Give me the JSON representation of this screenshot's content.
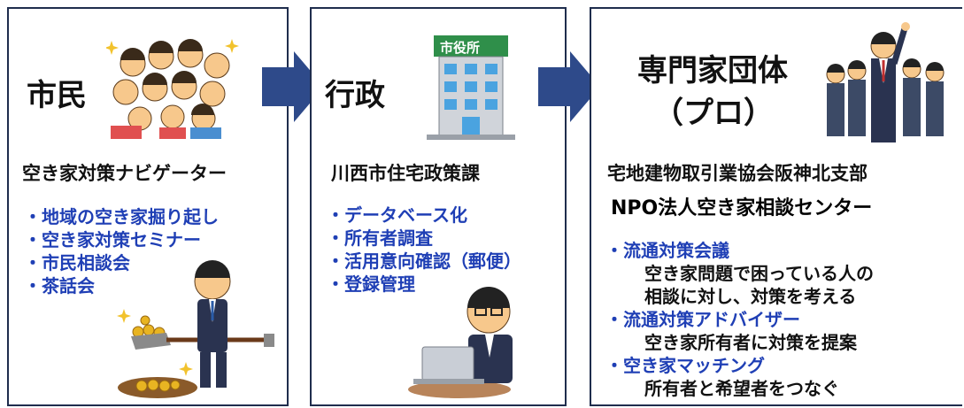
{
  "citizen": {
    "title": "市民",
    "subtitle": "空き家対策ナビゲーター",
    "items": [
      "・地域の空き家掘り起し",
      "・空き家対策セミナー",
      "・市民相談会",
      "・茶話会"
    ]
  },
  "admin": {
    "title": "行政",
    "sign": "市役所",
    "subtitle": "川西市住宅政策課",
    "items": [
      "・データベース化",
      "・所有者調査",
      "・活用意向確認（郵便）",
      "・登録管理"
    ]
  },
  "pro": {
    "title": "専門家団体",
    "title2": "（プロ）",
    "org1": "宅地建物取引業協会阪神北支部",
    "org2": "NPO法人空き家相談センター",
    "items": [
      {
        "label": "・流通対策会議",
        "desc": [
          "空き家問題で困っている人の",
          "相談に対し、対策を考える"
        ]
      },
      {
        "label": "・流通対策アドバイザー",
        "desc": [
          "空き家所有者に対策を提案"
        ]
      },
      {
        "label": "・空き家マッチング",
        "desc": [
          "所有者と希望者をつなぐ"
        ]
      }
    ]
  },
  "colors": {
    "arrow": "#2e4a8a",
    "border": "#1f2d4d",
    "accent_text": "#1f3fb5"
  }
}
